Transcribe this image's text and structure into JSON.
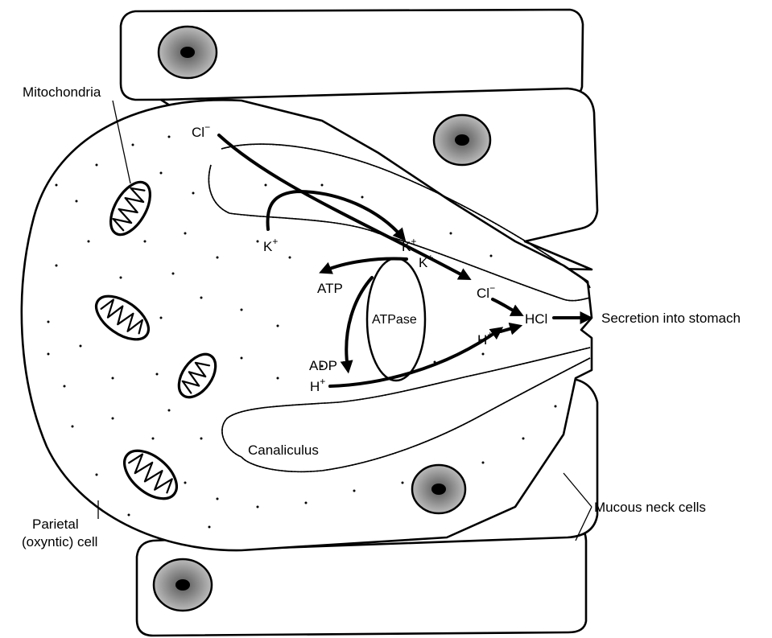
{
  "labels": {
    "mitochondria": "Mitochondria",
    "cl_top": "Cl",
    "cl_charge": "−",
    "k_left": "K",
    "k_mid": "K",
    "k_right": "K",
    "k_charge": "+",
    "atp": "ATP",
    "atpase": "ATPase",
    "adp": "ADP",
    "h_bottom": "H",
    "h_right": "H",
    "h_charge": "+",
    "cl_right": "Cl",
    "hcl": "HCl",
    "secretion": "Secretion into stomach",
    "canaliculus": "Canaliculus",
    "mucous_neck": "Mucous neck cells",
    "parietal_line1": "Parietal",
    "parietal_line2": "(oxyntic) cell"
  },
  "icons": {
    "arrow": "arrow-icon",
    "nucleus": "nucleus-icon",
    "mitochondrion": "mitochondrion-icon"
  },
  "colors": {
    "ink": "#000000",
    "paper": "#ffffff"
  }
}
